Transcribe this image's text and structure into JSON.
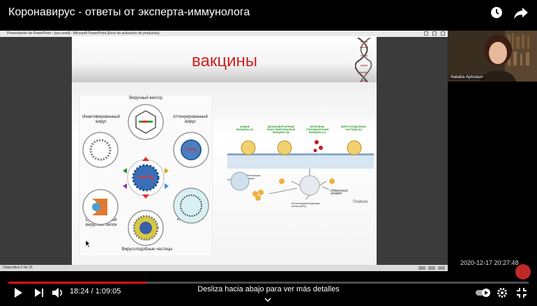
{
  "video": {
    "title": "Коронавирус - ответы от эксперта-иммунолога",
    "current_time": "18:24",
    "duration": "1:09:05",
    "time_display": "18:24 / 1:09:05",
    "progress": 0.266,
    "hint": "Desliza hacia abajo para ver más detalles",
    "timestamp_overlay": "2020-12-17  20:27:48"
  },
  "top_icons": [
    "watch-later-icon",
    "share-icon"
  ],
  "ppt": {
    "window_title": "Presentación de PowerPoint - [ras covid] - Microsoft PowerPoint (Error de activación de productos)",
    "status": "Diapositiva 6 de 16"
  },
  "slide": {
    "title": "вакцины",
    "left_labels": {
      "vector": "Вирусный вектор",
      "inactivated": "Инактивированный вирус",
      "attenuated": "Аттенуированный вирус",
      "subunit": "Субъединичный вирусный белок",
      "dna": "ДНК-вакцины",
      "vlp": "Вирусоподобные частицы"
    },
    "right_labels": {
      "a": "ЖИВЫЕ ВАКЦИНЫ (A)",
      "b": "ЦЕЛЬНОВИРИОННЫЕ ИНАКТИВИРОВАННЫЕ ВАКЦИНЫ (B)",
      "c": "БЕЛКОВЫЕ СУБЪЕДИНИЧНЫЕ ВАКЦИНЫ (C)",
      "d": "ВИРУСОПОДОБНЫЕ ЧАСТИЦЫ (D)",
      "cell": "Клетки",
      "replicating": "Репликация вируса",
      "apc": "Антигенпрезентирующая клетка (АПК)",
      "immune": "Иммунный ответ",
      "nature": "©nature"
    }
  },
  "webcam": {
    "name": "Natalia Aptsiauri"
  },
  "colors": {
    "progress": "#e01010",
    "slide_title": "#d02020",
    "label_green": "#2a9a2a"
  }
}
